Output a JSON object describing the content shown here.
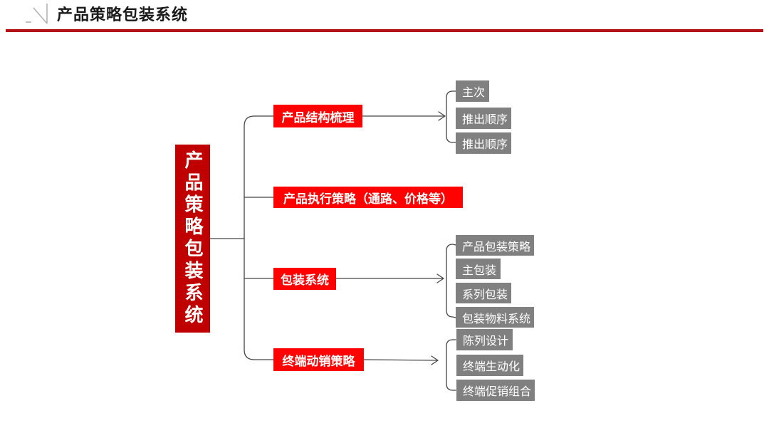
{
  "header": {
    "title": "产品策略包装系统",
    "logo_icon": "angular-check-mark"
  },
  "colors": {
    "root_box_red": "#c00000",
    "branch_box_red": "#fe0100",
    "child_box_gray": "#808080",
    "header_rule_red": "#b01216",
    "connector_line_gray": "#454545",
    "text_white": "#ffffff",
    "title_black": "#1a1a1a"
  },
  "diagram": {
    "root": {
      "label": "产品策略包装系统"
    },
    "branches": [
      {
        "label": "产品结构梳理",
        "children": [
          "主次",
          "推出顺序",
          "推出顺序"
        ]
      },
      {
        "label": "产品执行策略（通路、价格等）",
        "children": []
      },
      {
        "label": "包装系统",
        "children": [
          "产品包装策略",
          "主包装",
          "系列包装",
          "包装物料系统"
        ]
      },
      {
        "label": "终端动销策略",
        "children": [
          "陈列设计",
          "终端生动化",
          "终端促销组合"
        ]
      }
    ]
  }
}
